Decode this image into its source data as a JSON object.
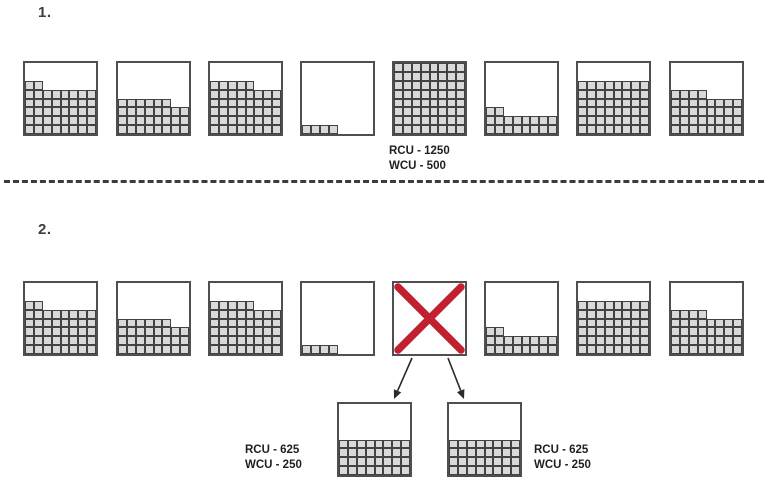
{
  "colors": {
    "cell_fill": "#d9d9d9",
    "cell_border": "#424242",
    "box_border": "#4f4f4f",
    "cross_red": "#c02030",
    "text": "#1f1f1f",
    "label": "#3d3d3d",
    "arrow": "#2a2a2a",
    "divider": "#3c3c3c"
  },
  "step1": {
    "label": "1.",
    "partitions": [
      {
        "heights": [
          6,
          6,
          5,
          5,
          5,
          5,
          5,
          5
        ]
      },
      {
        "heights": [
          4,
          4,
          4,
          4,
          4,
          4,
          3,
          3
        ]
      },
      {
        "heights": [
          6,
          6,
          6,
          6,
          6,
          5,
          5,
          5
        ]
      },
      {
        "heights": [
          1,
          1,
          1,
          1,
          0,
          0,
          0,
          0
        ]
      },
      {
        "heights": [
          8,
          8,
          8,
          8,
          8,
          8,
          8,
          8
        ]
      },
      {
        "heights": [
          3,
          3,
          2,
          2,
          2,
          2,
          2,
          2
        ]
      },
      {
        "heights": [
          6,
          6,
          6,
          6,
          6,
          6,
          6,
          6
        ]
      },
      {
        "heights": [
          5,
          5,
          5,
          5,
          4,
          4,
          4,
          4
        ]
      }
    ],
    "caption": {
      "line1": "RCU - 1250",
      "line2": "WCU - 500"
    }
  },
  "step2": {
    "label": "2.",
    "partitions": [
      {
        "heights": [
          6,
          6,
          5,
          5,
          5,
          5,
          5,
          5
        ]
      },
      {
        "heights": [
          4,
          4,
          4,
          4,
          4,
          4,
          3,
          3
        ]
      },
      {
        "heights": [
          6,
          6,
          6,
          6,
          6,
          5,
          5,
          5
        ]
      },
      {
        "heights": [
          1,
          1,
          1,
          1,
          0,
          0,
          0,
          0
        ]
      },
      {
        "crossed": true,
        "heights": []
      },
      {
        "heights": [
          3,
          3,
          2,
          2,
          2,
          2,
          2,
          2
        ]
      },
      {
        "heights": [
          6,
          6,
          6,
          6,
          6,
          6,
          6,
          6
        ]
      },
      {
        "heights": [
          5,
          5,
          5,
          5,
          4,
          4,
          4,
          4
        ]
      }
    ],
    "split_children": [
      {
        "heights": [
          4,
          4,
          4,
          4,
          4,
          4,
          4,
          4
        ],
        "caption": {
          "line1": "RCU - 625",
          "line2": "WCU - 250"
        }
      },
      {
        "heights": [
          4,
          4,
          4,
          4,
          4,
          4,
          4,
          4
        ],
        "caption": {
          "line1": "RCU - 625",
          "line2": "WCU - 250"
        }
      }
    ]
  }
}
